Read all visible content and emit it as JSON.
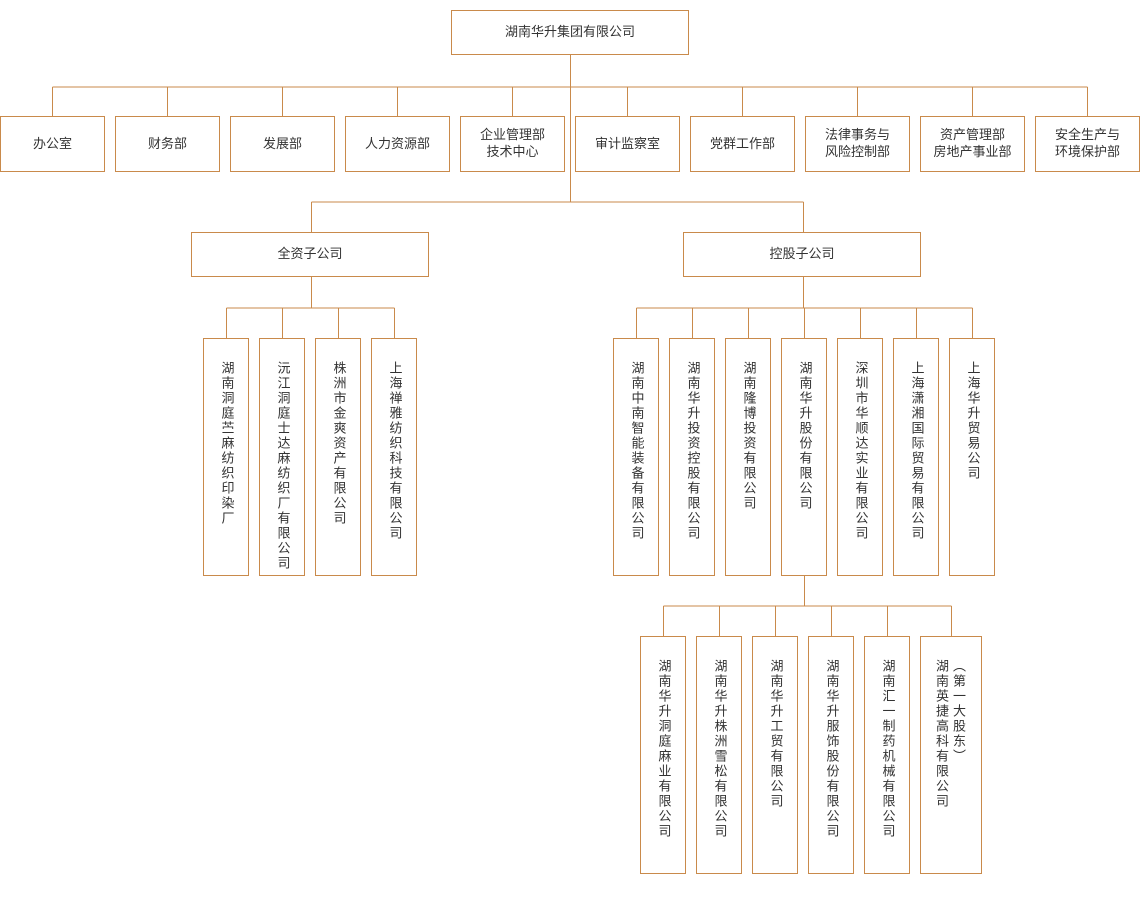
{
  "colors": {
    "border": "#c98a4b",
    "line": "#c98a4b",
    "text": "#333333"
  },
  "root": {
    "label": "湖南华升集团有限公司"
  },
  "departments": [
    {
      "label": "办公室"
    },
    {
      "label": "财务部"
    },
    {
      "label": "发展部"
    },
    {
      "label": "人力资源部"
    },
    {
      "label": "企业管理部\n技术中心"
    },
    {
      "label": "审计监察室"
    },
    {
      "label": "党群工作部"
    },
    {
      "label": "法律事务与\n风险控制部"
    },
    {
      "label": "资产管理部\n房地产事业部"
    },
    {
      "label": "安全生产与\n环境保护部"
    }
  ],
  "wholly_owned": {
    "label": "全资子公司",
    "children": [
      {
        "label": "湖南洞庭苎麻纺织印染厂"
      },
      {
        "label": "沅江洞庭士达麻纺织厂有限公司"
      },
      {
        "label": "株洲市金爽资产有限公司"
      },
      {
        "label": "上海禅雅纺织科技有限公司"
      }
    ]
  },
  "holding": {
    "label": "控股子公司",
    "children": [
      {
        "label": "湖南中南智能装备有限公司"
      },
      {
        "label": "湖南华升投资控股有限公司"
      },
      {
        "label": "湖南隆博投资有限公司"
      },
      {
        "label": "湖南华升股份有限公司"
      },
      {
        "label": "深圳市华顺达实业有限公司"
      },
      {
        "label": "上海潇湘国际贸易有限公司"
      },
      {
        "label": "上海华升贸易公司"
      }
    ],
    "sub_children": [
      {
        "label": "湖南华升洞庭麻业有限公司"
      },
      {
        "label": "湖南华升株洲雪松有限公司"
      },
      {
        "label": "湖南华升工贸有限公司"
      },
      {
        "label": "湖南华升服饰股份有限公司"
      },
      {
        "label": "湖南汇一制药机械有限公司"
      },
      {
        "label": "湖南英捷高科有限公司",
        "note": "（第一大股东）"
      }
    ]
  }
}
